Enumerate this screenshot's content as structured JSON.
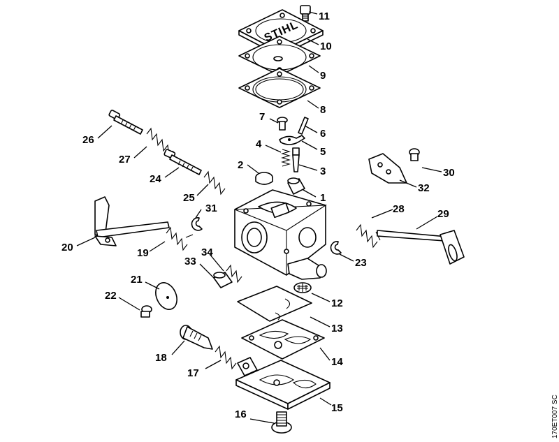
{
  "logo": {
    "text": "STIHL"
  },
  "drawing_code": "170ET007 SC",
  "callouts": [
    "1",
    "2",
    "3",
    "4",
    "5",
    "6",
    "7",
    "8",
    "9",
    "10",
    "11",
    "12",
    "13",
    "14",
    "15",
    "16",
    "17",
    "18",
    "19",
    "20",
    "21",
    "22",
    "23",
    "24",
    "25",
    "26",
    "27",
    "28",
    "29",
    "30",
    "31",
    "32",
    "33",
    "34"
  ]
}
